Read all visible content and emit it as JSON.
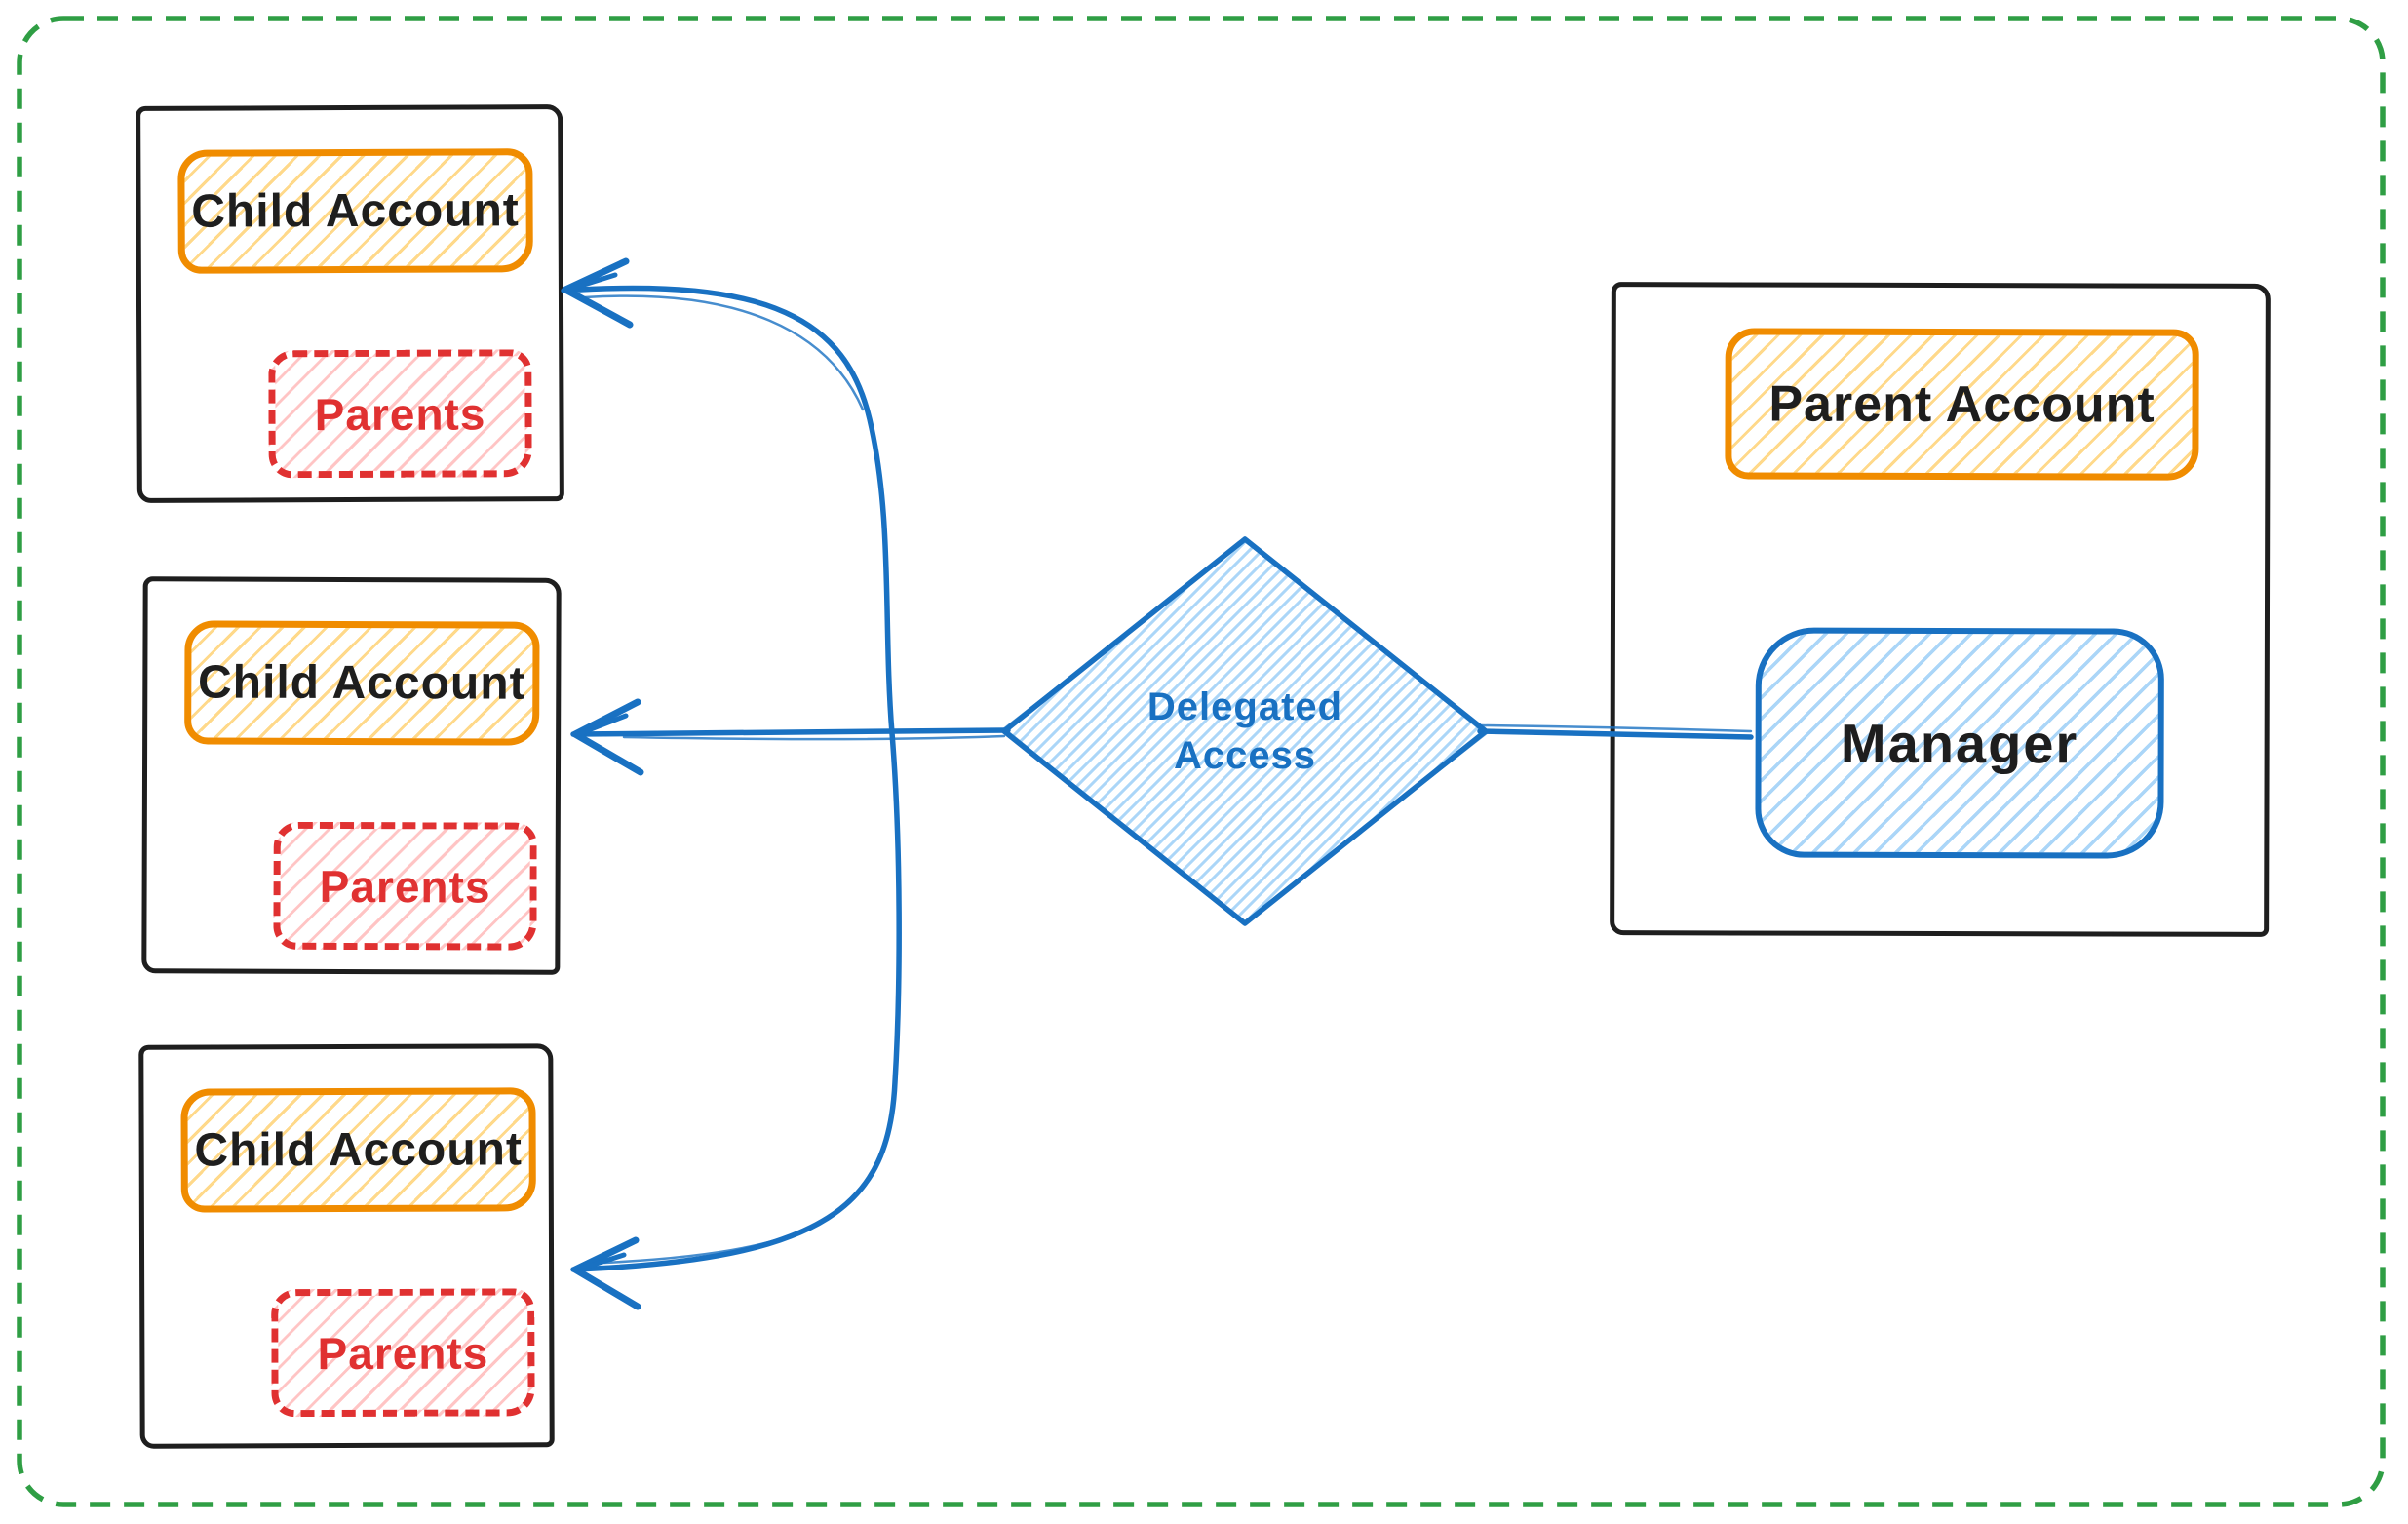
{
  "palette": {
    "frame_green": "#2f9e44",
    "sketch_ink": "#1e1e1e",
    "blue_stroke": "#1971c2",
    "blue_fill": "#abd6f8",
    "orange_stroke": "#f08c00",
    "orange_fill": "#ffd98a",
    "red_stroke": "#e03131",
    "red_fill": "#ffc4c4",
    "background": "#ffffff"
  },
  "child_cards": [
    {
      "account_label": "Child Account",
      "parents_label": "Parents"
    },
    {
      "account_label": "Child Account",
      "parents_label": "Parents"
    },
    {
      "account_label": "Child Account",
      "parents_label": "Parents"
    }
  ],
  "parent_card": {
    "account_label": "Parent Account",
    "manager_label": "Manager"
  },
  "decision": {
    "line1": "Delegated",
    "line2": "Access"
  }
}
